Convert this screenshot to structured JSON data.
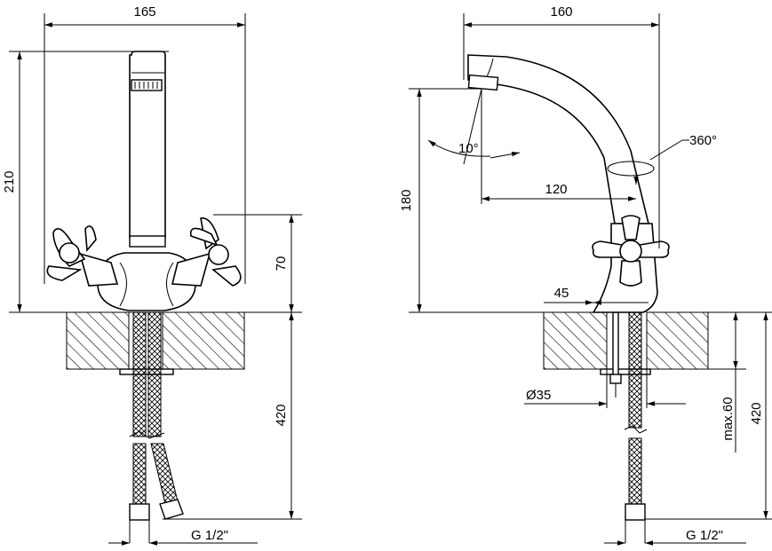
{
  "drawing": {
    "front": {
      "width_label": "165",
      "height_label": "210",
      "handle_height_label": "70",
      "hose_length_label": "420",
      "thread_label": "G 1/2\""
    },
    "side": {
      "width_label": "160",
      "height_label": "180",
      "reach_label": "120",
      "tilt_label": "10°",
      "rotation_label": "360°",
      "base_label": "45",
      "hole_label": "Ø35",
      "max_thickness_label": "max.60",
      "hose_length_label": "420",
      "thread_label": "G 1/2\""
    }
  }
}
